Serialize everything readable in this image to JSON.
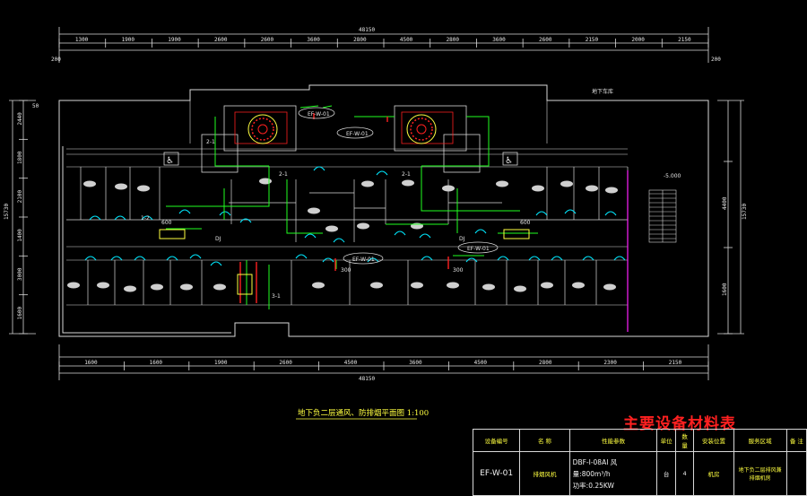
{
  "colors": {
    "background": "#000000",
    "walls": "#d8d8d8",
    "cyan": "#00e8ff",
    "green": "#20ff20",
    "red": "#ff2020",
    "yellow": "#ffff40",
    "magenta": "#ff20ff"
  },
  "dimensions": {
    "top_total": "48150",
    "top_segments": [
      "1300",
      "1900",
      "1900",
      "2600",
      "2600",
      "3600",
      "2800",
      "4500",
      "2800",
      "3600",
      "2600",
      "2150",
      "2000",
      "2150"
    ],
    "bottom_total": "48150",
    "bottom_segments": [
      "1600",
      "1600",
      "1900",
      "2600",
      "4500",
      "3600",
      "4500",
      "2800",
      "2300",
      "2150"
    ],
    "left_segments": [
      "2440",
      "1800",
      "2100",
      "1400",
      "3000",
      "1600"
    ],
    "left_total": "15730",
    "right_segments": [
      "4400",
      "1600"
    ],
    "right_total": "15730",
    "top_left_small": "200",
    "top_right_small": "200",
    "left_small": "50"
  },
  "labels": {
    "room_label": "地下车库",
    "elevation": "-5.000",
    "tag_21": "2-1",
    "tag_31": "3-1",
    "tag_12": "1-2",
    "tag_dj": "DJ",
    "tag_300": "300",
    "tag_600": "600",
    "ef_tag": "EF-W-01"
  },
  "plan_title": "地下负二层通风、防排烟平面图 1:100",
  "equipment_table": {
    "title": "主要设备材料表",
    "headers": [
      "设备编号",
      "名 称",
      "性能参数",
      "单位",
      "数 量",
      "安装位置",
      "服务区域",
      "备 注"
    ],
    "rows": [
      {
        "id": "EF-W-01",
        "name": "排烟风机",
        "param_line1": "DBF-I-08AI 风量:800m³/h",
        "param_line2": "功率:0.25KW",
        "unit": "台",
        "qty": "4",
        "location": "机房",
        "area": "地下负二层排风兼排烟机房",
        "note": ""
      }
    ]
  }
}
